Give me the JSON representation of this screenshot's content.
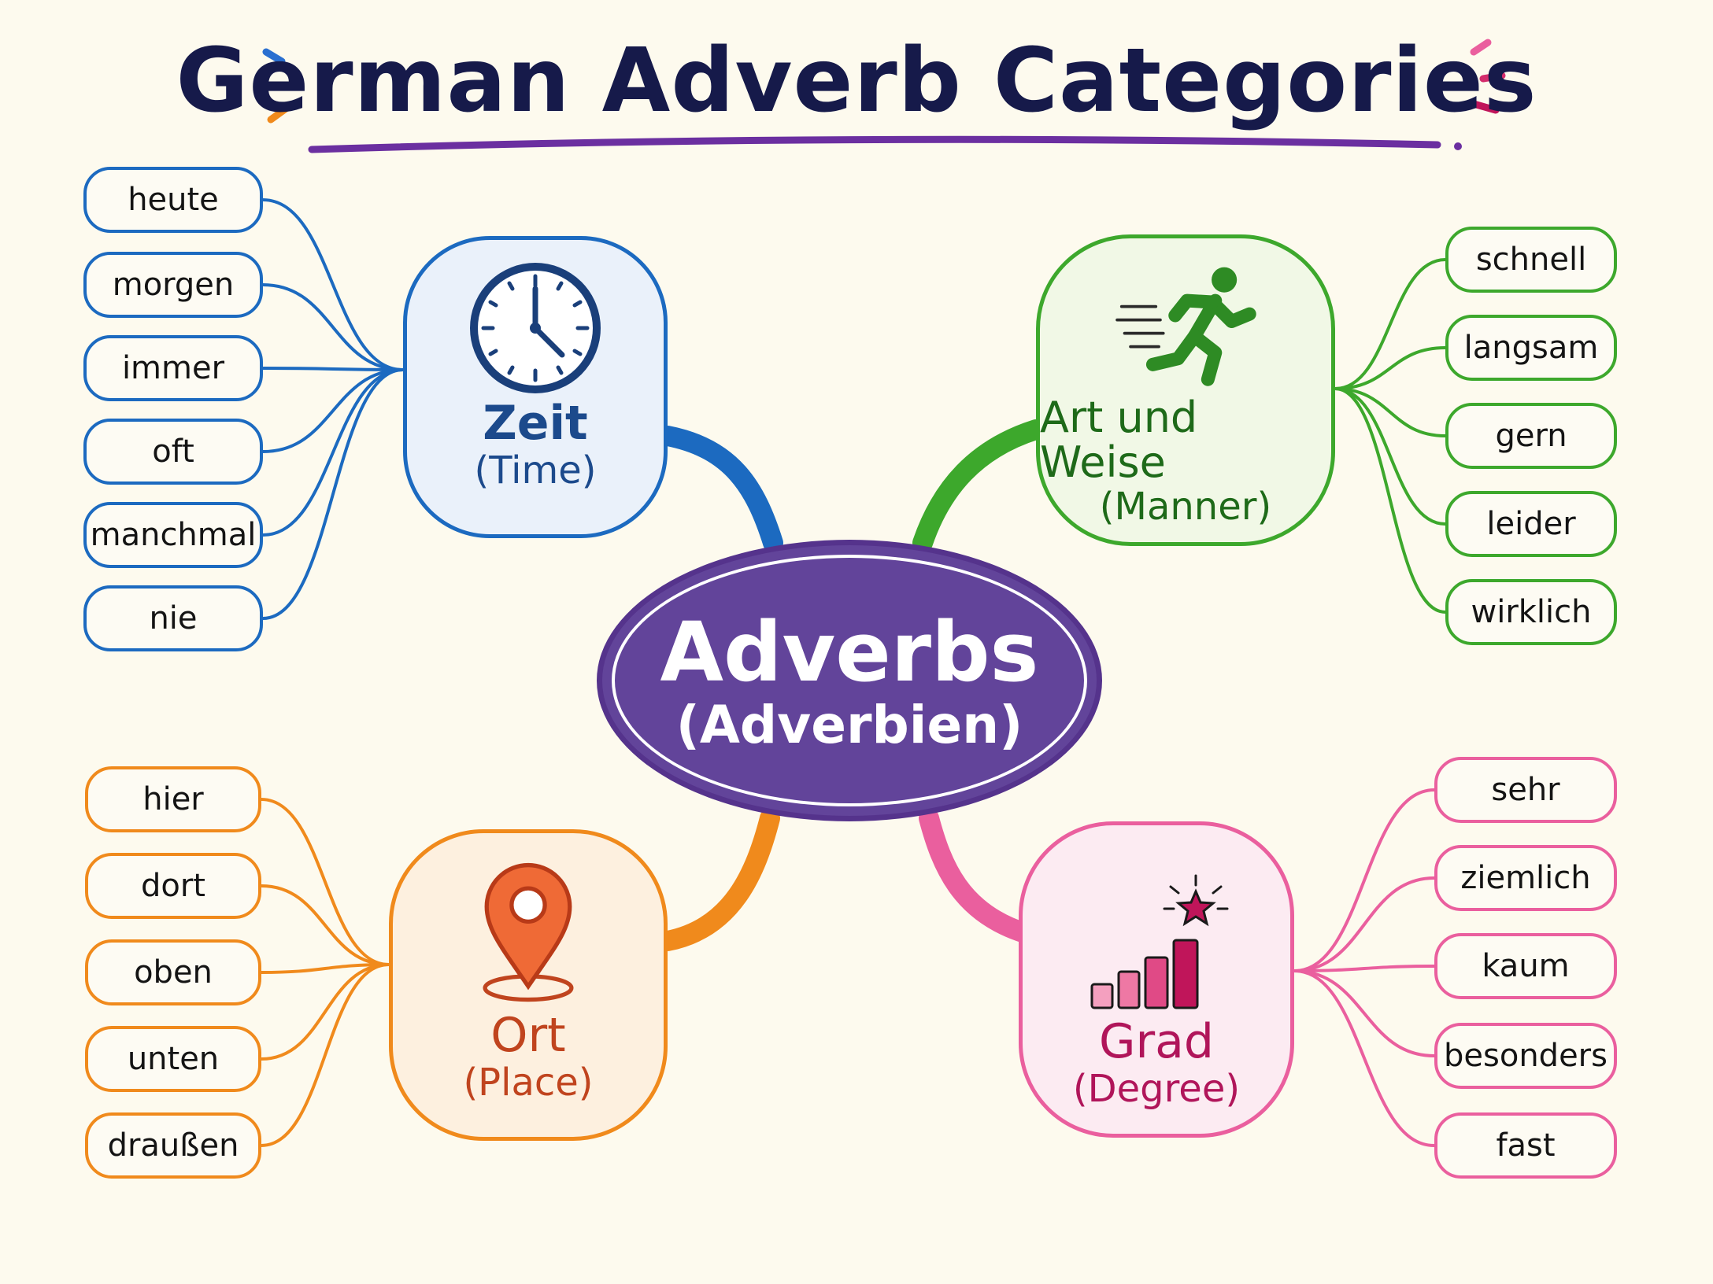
{
  "title": "German Adverb Categories",
  "center": {
    "main": "Adverbs",
    "sub": "(Adverbien)",
    "color": "#62449a"
  },
  "categories": {
    "time": {
      "name": "Zeit",
      "sub": "(Time)",
      "icon": "clock-icon",
      "color": "#1c6ac0",
      "text_color": "#1c4a8c",
      "fill": "#eaf1fa",
      "items": [
        "heute",
        "morgen",
        "immer",
        "oft",
        "manchmal",
        "nie"
      ]
    },
    "manner": {
      "name": "Art und Weise",
      "sub": "(Manner)",
      "icon": "running-person-icon",
      "color": "#3da82c",
      "text_color": "#1e6a19",
      "fill": "#f1f8e6",
      "items": [
        "schnell",
        "langsam",
        "gern",
        "leider",
        "wirklich"
      ]
    },
    "place": {
      "name": "Ort",
      "sub": "(Place)",
      "icon": "location-pin-icon",
      "color": "#f08a1c",
      "text_color": "#c0441e",
      "fill": "#fdf0df",
      "items": [
        "hier",
        "dort",
        "oben",
        "unten",
        "draußen"
      ]
    },
    "degree": {
      "name": "Grad",
      "sub": "(Degree)",
      "icon": "rising-bars-star-icon",
      "color": "#ea5f9e",
      "text_color": "#b0155a",
      "fill": "#fcebf2",
      "items": [
        "sehr",
        "ziemlich",
        "kaum",
        "besonders",
        "fast"
      ]
    }
  }
}
